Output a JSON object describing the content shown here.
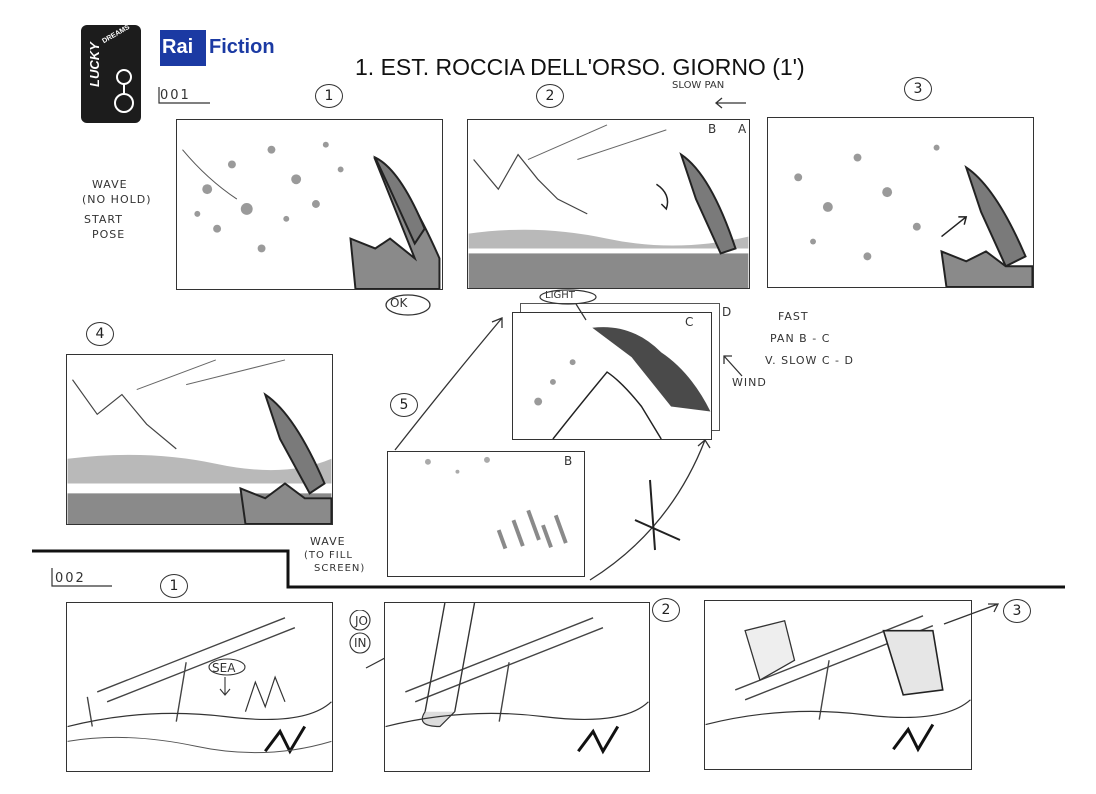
{
  "logos": {
    "lucky_main": "LUCKY",
    "lucky_small": "DREAMS",
    "rai": "Rai",
    "fiction": "Fiction"
  },
  "title": "1. EST. ROCCIA DELL'ORSO. GIORNO (1')",
  "scene1": {
    "id": "001",
    "panels": [
      "1",
      "2",
      "3",
      "4",
      "5"
    ],
    "notes": {
      "wave": "WAVE",
      "no_hold": "(NO HOLD)",
      "start": "START",
      "pose": "POSE",
      "ok": "OK",
      "slow_pan": "SLOW PAN",
      "frame_a": "A",
      "frame_b": "B",
      "light": "LIGHT",
      "frame_c": "C",
      "frame_d": "D",
      "frame_b2": "B",
      "fast": "FAST",
      "pan_bc": "PAN B - C",
      "vslow_cd": "V. SLOW C - D",
      "wind": "WIND",
      "wave_fill": "WAVE",
      "to_fill": "(TO FILL",
      "screen": "SCREEN)"
    }
  },
  "scene2": {
    "id": "002",
    "panels": [
      "1",
      "2",
      "3"
    ],
    "notes": {
      "sea": "SEA",
      "jo": "JO",
      "in": "IN"
    }
  },
  "colors": {
    "ink": "#333333",
    "shade": "#8a8a8a",
    "rai_blue": "#1b3aa3"
  }
}
